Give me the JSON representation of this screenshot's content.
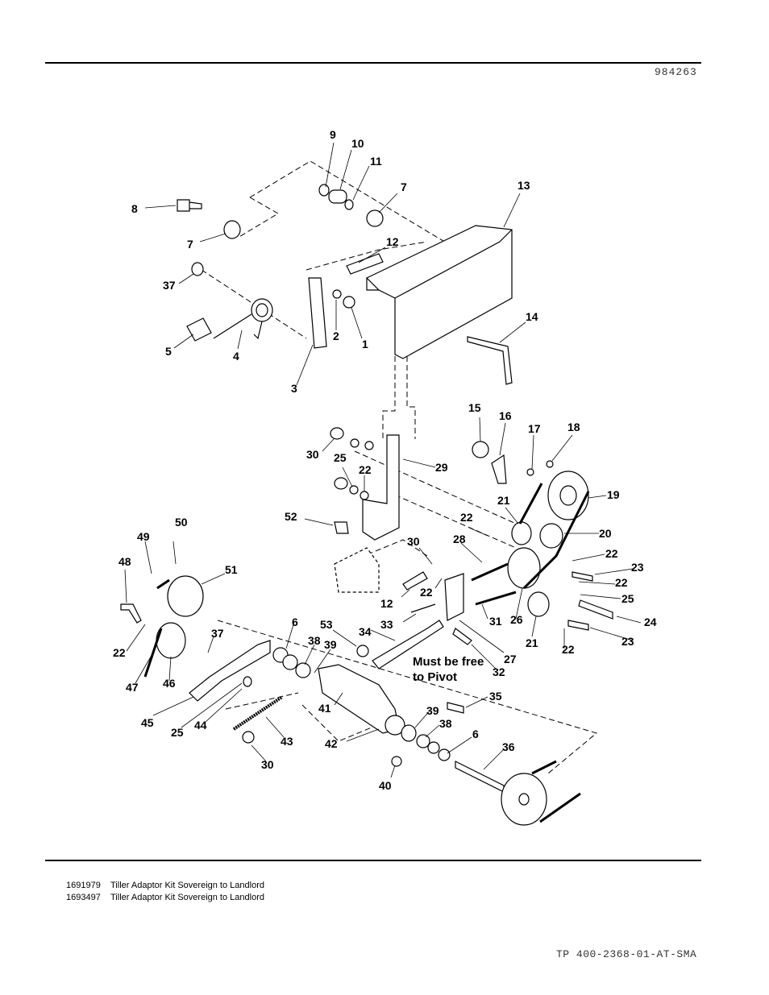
{
  "header": {
    "doc_number": "984263"
  },
  "footer": {
    "doc_ref": "TP 400-2368-01-AT-SMA"
  },
  "kits": [
    {
      "part": "1691979",
      "desc": "Tiller Adaptor Kit Sovereign to Landlord"
    },
    {
      "part": "1693497",
      "desc": "Tiller Adaptor Kit Sovereign to Landlord"
    }
  ],
  "diagram": {
    "note": [
      "Must be free",
      "to Pivot"
    ],
    "callouts": [
      "9",
      "10",
      "11",
      "7",
      "13",
      "8",
      "7",
      "12",
      "37",
      "2",
      "1",
      "5",
      "4",
      "3",
      "14",
      "15",
      "16",
      "17",
      "18",
      "30",
      "29",
      "25",
      "22",
      "19",
      "52",
      "21",
      "20",
      "22",
      "22",
      "23",
      "50",
      "49",
      "30",
      "28",
      "48",
      "51",
      "22",
      "22",
      "25",
      "24",
      "21",
      "23",
      "22",
      "31",
      "26",
      "12",
      "33",
      "6",
      "53",
      "34",
      "37",
      "38",
      "39",
      "27",
      "32",
      "22",
      "47",
      "46",
      "45",
      "25",
      "44",
      "43",
      "30",
      "41",
      "35",
      "42",
      "39",
      "38",
      "6",
      "36",
      "40"
    ]
  }
}
